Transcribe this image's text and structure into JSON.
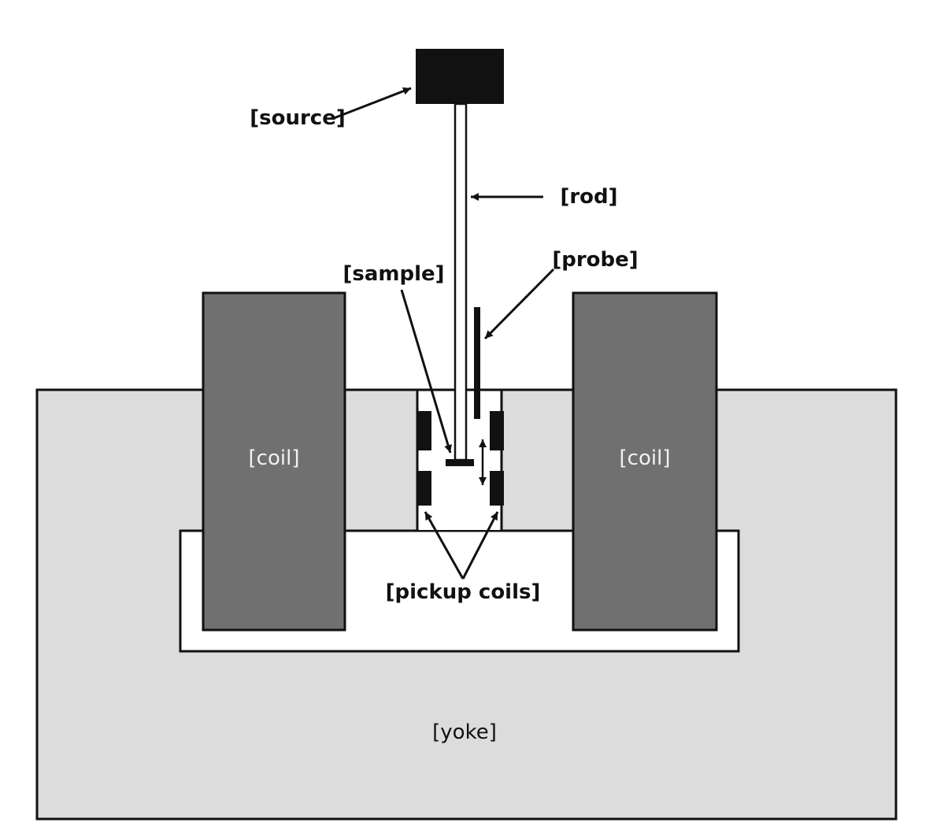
{
  "labels": {
    "source": "[source]",
    "rod": "[rod]",
    "sample": "[sample]",
    "probe": "[probe]",
    "coil_left": "[coil]",
    "coil_right": "[coil]",
    "pickup": "[pickup coils]",
    "yoke": "[yoke]"
  },
  "colors": {
    "yoke": "#dcdcdc",
    "coil": "#707070",
    "stroke": "#111111"
  }
}
